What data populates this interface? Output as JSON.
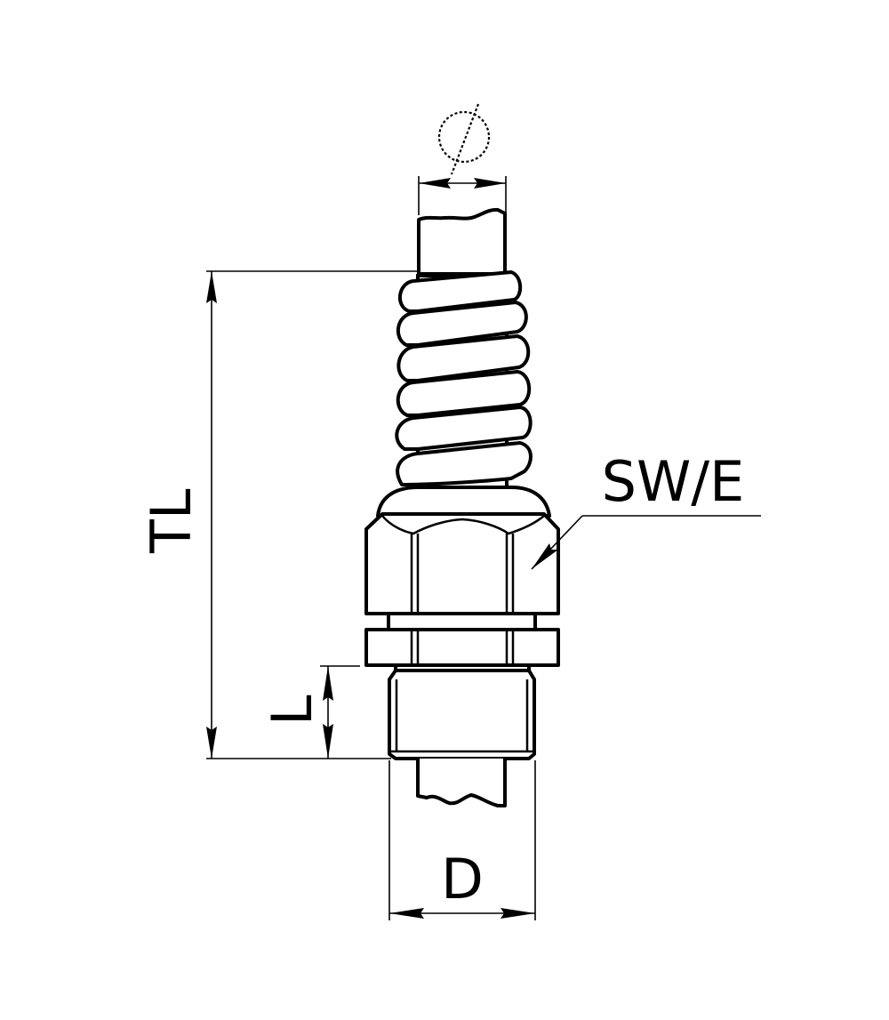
{
  "drawing": {
    "subject": "cable gland with spiral strain relief",
    "background_color": "#ffffff",
    "line_color": "#000000"
  },
  "dimensions": {
    "diameter": {
      "symbol": "⌀",
      "label": ""
    },
    "total_length": {
      "label": "TL"
    },
    "thread_length": {
      "label": "L"
    },
    "thread_diameter": {
      "label": "D"
    },
    "wrench_size": {
      "label": "SW/E"
    }
  }
}
